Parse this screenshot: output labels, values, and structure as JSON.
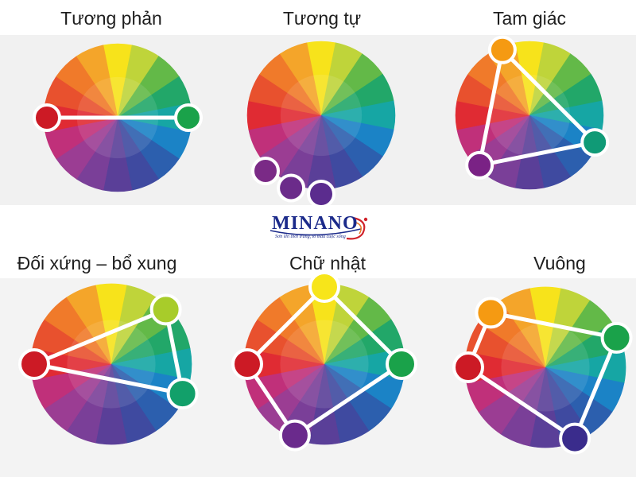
{
  "brand": {
    "name": "MINANO",
    "tagline": "Sơn lên thời trang, tô màu cuộc sống"
  },
  "colors": {
    "band": "#f1f1f1",
    "line": "#ffffff",
    "wheel": [
      "#f7e31b",
      "#bfd43a",
      "#63b948",
      "#22a769",
      "#16a6a4",
      "#1b83c6",
      "#2c5fae",
      "#3f4aa0",
      "#5a3f98",
      "#7a3f98",
      "#9b3d93",
      "#c0307a",
      "#e02b33",
      "#e8512e",
      "#f07a2a",
      "#f4a52a"
    ]
  },
  "schemes": [
    {
      "label": "Tương phản",
      "nodes": [
        {
          "hue": 4,
          "color": "#1aa24a"
        },
        {
          "hue": 12,
          "color": "#cc1a25"
        }
      ],
      "shape": "line"
    },
    {
      "label": "Tương tự",
      "nodes": [
        {
          "hue": 8,
          "color": "#5b2c8e"
        },
        {
          "hue": 9,
          "color": "#6b2b8a"
        },
        {
          "hue": 10,
          "color": "#7a2a86"
        }
      ],
      "shape": "none"
    },
    {
      "label": "Tam giác",
      "nodes": [
        {
          "hue": 15,
          "color": "#f59a12"
        },
        {
          "hue": 5,
          "color": "#109a76"
        },
        {
          "hue": 10,
          "color": "#7a2285"
        }
      ],
      "shape": "polygon"
    },
    {
      "label": "Đối xứng – bổ xung",
      "nodes": [
        {
          "hue": 2,
          "color": "#a8cc2a"
        },
        {
          "hue": 5,
          "color": "#12a06a"
        },
        {
          "hue": 12,
          "color": "#cc1a25"
        }
      ],
      "shape": "polygon"
    },
    {
      "label": "Chữ nhật",
      "nodes": [
        {
          "hue": 0,
          "color": "#f7e51a"
        },
        {
          "hue": 4,
          "color": "#1aa24a"
        },
        {
          "hue": 9,
          "color": "#6a2a8c"
        },
        {
          "hue": 12,
          "color": "#cc1a25"
        }
      ],
      "shape": "polygon"
    },
    {
      "label": "Vuông",
      "nodes": [
        {
          "hue": 14,
          "color": "#f59a12"
        },
        {
          "hue": 3,
          "color": "#1aa24a"
        },
        {
          "hue": 7,
          "color": "#3a2c8c"
        },
        {
          "hue": 12,
          "color": "#cc1a25"
        }
      ],
      "shape": "polygon"
    }
  ]
}
